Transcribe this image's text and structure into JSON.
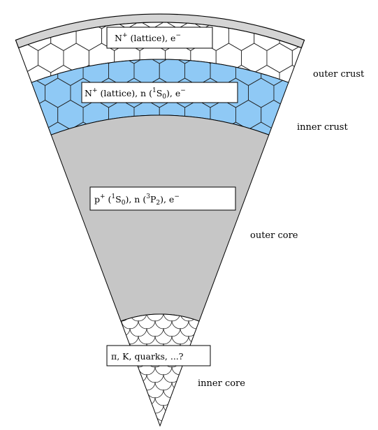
{
  "layers": [
    {
      "key": "crust_cap",
      "fill": "#d4d4d4"
    },
    {
      "key": "outer_crust",
      "fill": "#ffffff",
      "content_label": "N",
      "content_rest": " (lattice), e",
      "side_label": "outer crust"
    },
    {
      "key": "inner_crust",
      "fill": "#8fc9f5",
      "content_label": "N",
      "content_rest": " (lattice), n (",
      "side_label": "inner crust"
    },
    {
      "key": "outer_core",
      "fill": "#c6c6c6",
      "side_label": "outer core"
    },
    {
      "key": "inner_core",
      "fill": "#ffffff",
      "content_text": "π, K, quarks, ...?",
      "side_label": "inner core"
    }
  ],
  "labels": {
    "outer_crust_box": {
      "t1": "N",
      "t2": "+",
      "t3": " (lattice), e",
      "t4": "−"
    },
    "inner_crust_box": {
      "t1": "N",
      "t2": "+",
      "t3": " (lattice), n (",
      "t4": "1",
      "t5": "S",
      "t6": "0",
      "t7": "), e",
      "t8": "−"
    },
    "outer_core_box": {
      "t1": "p",
      "t2": "+",
      "t3": " (",
      "t4": "1",
      "t5": "S",
      "t6": "0",
      "t7": "), n (",
      "t8": "3",
      "t9": "P",
      "t10": "2",
      "t11": "), e",
      "t12": "−"
    },
    "inner_core_box": {
      "t1": "π, K, quarks, ...?"
    },
    "side": {
      "outer_crust": "outer crust",
      "inner_crust": "inner crust",
      "outer_core": "outer core",
      "inner_core": "inner core"
    }
  },
  "colors": {
    "outline": "#000000",
    "cap": "#d4d4d4",
    "inner_crust": "#8fc9f5",
    "outer_core": "#c6c6c6"
  }
}
